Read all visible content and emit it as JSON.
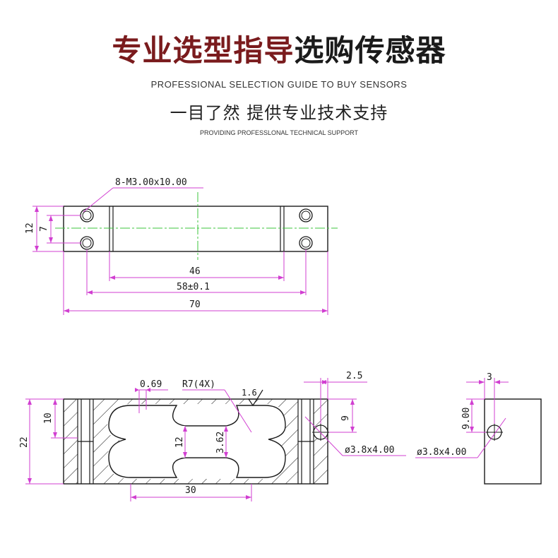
{
  "header": {
    "title_part1": "专业选型指导",
    "title_part2": "选购传感器",
    "subtitle_en": "PROFESSIONAL SELECTION GUIDE TO BUY SENSORS",
    "tagline_cn": "一目了然 提供专业技术支持",
    "tagline_en": "PROVIDING PROFESSLONAL TECHNICAL SUPPORT"
  },
  "top_view": {
    "hole_label": "8-M3.00x10.00",
    "dim_height": "12",
    "dim_hole_spacing": "7",
    "dim_inner": "46",
    "dim_hole_pitch": "58±0.1",
    "dim_length": "70"
  },
  "front_view": {
    "dim_wall": "0.69",
    "radius_label": "R7(4X)",
    "roughness": "1.6",
    "dim_height": "22",
    "dim_left": "10",
    "dim_center": "12",
    "dim_web": "3.62",
    "dim_slot": "30",
    "dim_offset": "2.5",
    "dim_side": "9",
    "hole_label": "ø3.8x4.00"
  },
  "side_view": {
    "dim_offset": "3",
    "dim_height": "9.00",
    "hole_label": "ø3.8x4.00"
  },
  "colors": {
    "dimension": "#d13fd1",
    "centerline": "#3cc63c",
    "outline": "#1a1a1a"
  }
}
